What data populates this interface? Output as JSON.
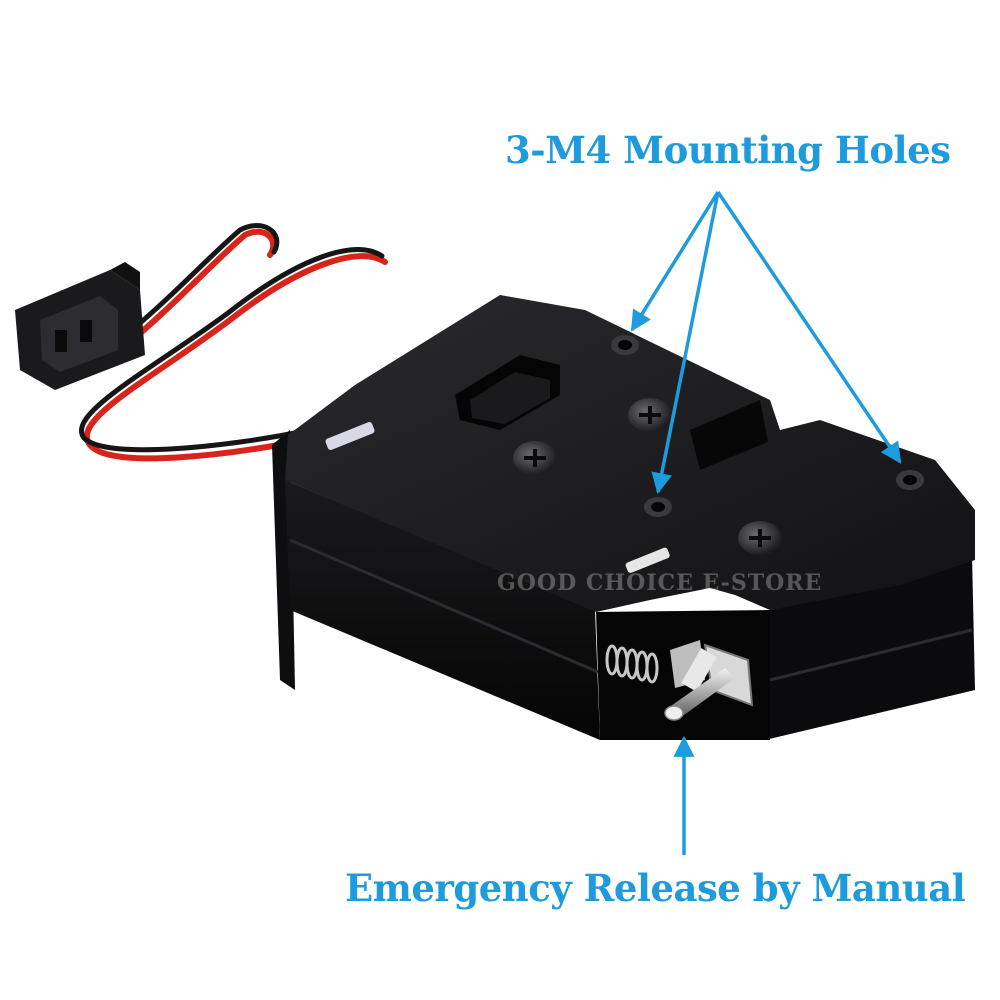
{
  "annotations": {
    "mounting_holes": "3-M4 Mounting Holes",
    "emergency_release": "Emergency Release by Manual"
  },
  "watermark": "GOOD CHOICE E-STORE",
  "colors": {
    "annotation": "#1e9bdc",
    "lock_body": "#141416",
    "wire_red": "#d9241c",
    "wire_black": "#161616",
    "background": "#ffffff"
  }
}
